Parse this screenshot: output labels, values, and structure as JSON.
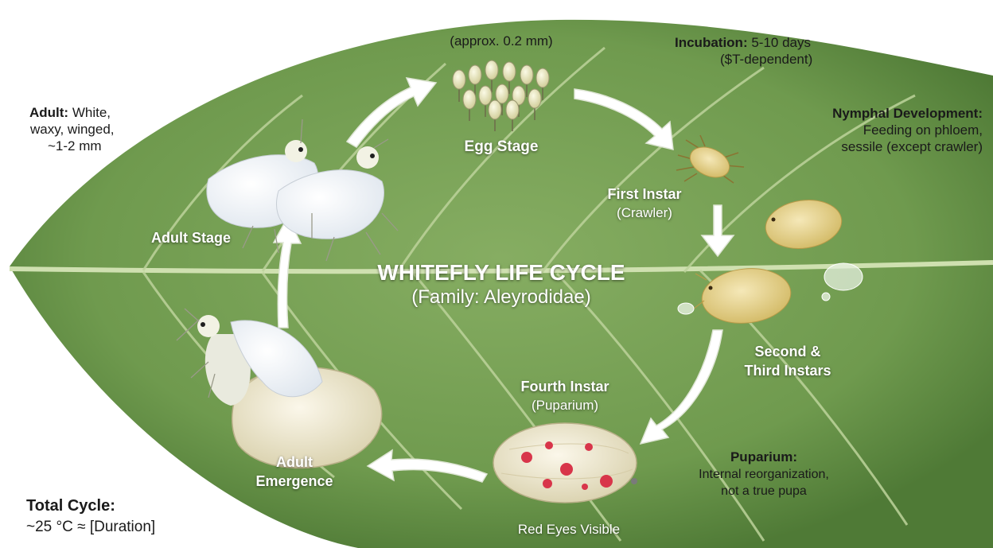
{
  "title": "WHITEFLY LIFE CYCLE",
  "subtitle": "(Family: Aleyrodidae)",
  "stages": {
    "egg": {
      "label": "Egg Stage",
      "size": "(approx. 0.2 mm)"
    },
    "first_instar": {
      "label": "First Instar",
      "sub": "(Crawler)"
    },
    "second_third": {
      "line1": "Second &",
      "line2": "Third Instars"
    },
    "fourth_instar": {
      "label": "Fourth Instar",
      "sub": "(Puparium)",
      "note": "Red Eyes Visible"
    },
    "emergence": {
      "line1": "Adult",
      "line2": "Emergence"
    },
    "adult": {
      "label": "Adult Stage"
    }
  },
  "notes": {
    "incubation": {
      "heading": "Incubation:",
      "text": " 5-10 days",
      "line2": "($T-dependent)"
    },
    "nymphal": {
      "heading": "Nymphal Development:",
      "line1": "Feeding on phloem,",
      "line2": "sessile (except crawler)"
    },
    "adult": {
      "heading": "Adult:",
      "text": " White,",
      "line2": "waxy, winged,",
      "line3": "~1-2 mm"
    },
    "puparium": {
      "heading": "Puparium:",
      "line1": "Internal reorganization,",
      "line2": "not a true pupa"
    },
    "total": {
      "heading": "Total Cycle:",
      "line1": "~25 °C ≈ [Duration]"
    }
  },
  "colors": {
    "leaf": "#6f9a4e",
    "leaf_dark": "#4f7a36",
    "vein": "#c7d9a8",
    "arrow": "#ffffff",
    "egg": "#e6e3b8",
    "nymph": "#e6d08a",
    "red_eye": "#d8354a"
  }
}
